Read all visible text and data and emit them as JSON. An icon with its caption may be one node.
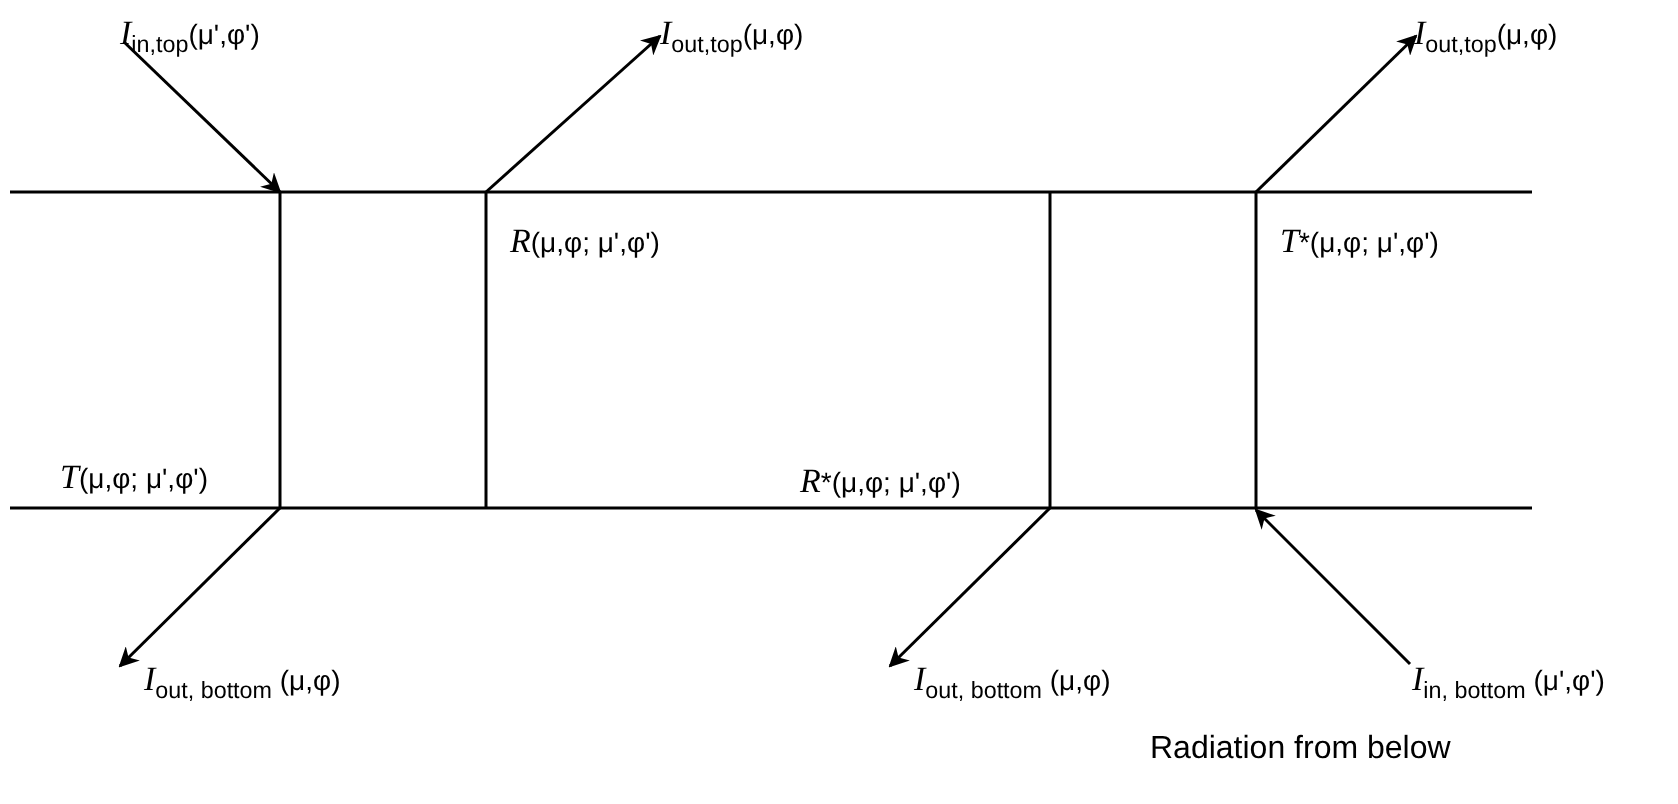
{
  "diagram": {
    "nodes": [
      {
        "text": [
          "*I*$_{in,top}$(μ',φ')"
        ]
      },
      {
        "text": [
          "*I*$_{out,top}$(μ,φ)"
        ]
      },
      {
        "text": [
          "*I*$_{out,top}$(μ,φ)"
        ]
      },
      {
        "text": [
          "*I*$_{out, bottom}$ (μ,φ)"
        ]
      },
      {
        "text": [
          "*I*$_{out, bottom}$ (μ,φ)"
        ]
      },
      {
        "text": [
          "*I*$_{in, bottom}$ (μ',φ')"
        ]
      }
    ],
    "edges": [
      {
        "from": 0,
        "to": null,
        "arrow": "to"
      },
      {
        "from": null,
        "to": 1,
        "arrow": "to"
      },
      {
        "from": null,
        "to": 2,
        "arrow": "to"
      },
      {
        "from": null,
        "to": 3,
        "arrow": "to"
      },
      {
        "from": null,
        "to": 4,
        "arrow": "to"
      },
      {
        "from": 5,
        "to": null,
        "arrow": "to"
      }
    ],
    "labels": [
      "R(μ,φ; μ',φ')",
      "T*(μ,φ; μ',φ')",
      "T(μ,φ; μ',φ')",
      "R*(μ,φ; μ',φ')",
      "Radiation from below"
    ]
  }
}
